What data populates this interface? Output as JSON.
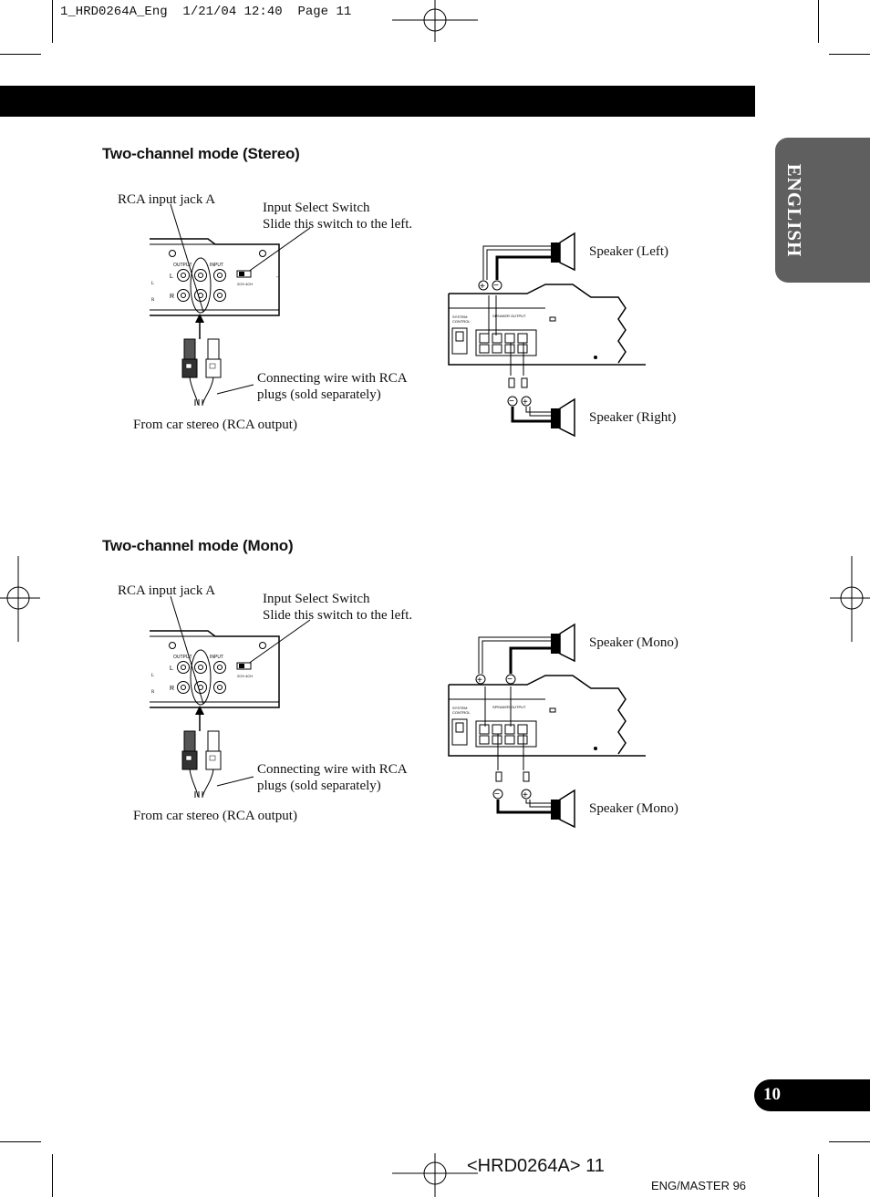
{
  "print_header": "1_HRD0264A_Eng  1/21/04 12:40  Page 11",
  "side_tab": "ENGLISH",
  "page_number": "10",
  "footer_code": "<HRD0264A> 11",
  "footer_master": "ENG/MASTER 96",
  "sections": [
    {
      "title": "Two-channel mode (Stereo)",
      "rca_jack_label": "RCA input jack A",
      "switch_label_1": "Input Select Switch",
      "switch_label_2": "Slide this switch to the left.",
      "wire_label_1": "Connecting wire with RCA",
      "wire_label_2": "plugs (sold separately)",
      "source_label": "From car stereo (RCA output)",
      "speaker_top": "Speaker (Left)",
      "speaker_bottom": "Speaker (Right)"
    },
    {
      "title": "Two-channel mode (Mono)",
      "rca_jack_label": "RCA input jack A",
      "switch_label_1": "Input Select Switch",
      "switch_label_2": "Slide this switch to the left.",
      "wire_label_1": "Connecting wire with RCA",
      "wire_label_2": "plugs (sold separately)",
      "source_label": "From car stereo (RCA output)",
      "speaker_top": "Speaker (Mono)",
      "speaker_bottom": "Speaker (Mono)"
    }
  ]
}
